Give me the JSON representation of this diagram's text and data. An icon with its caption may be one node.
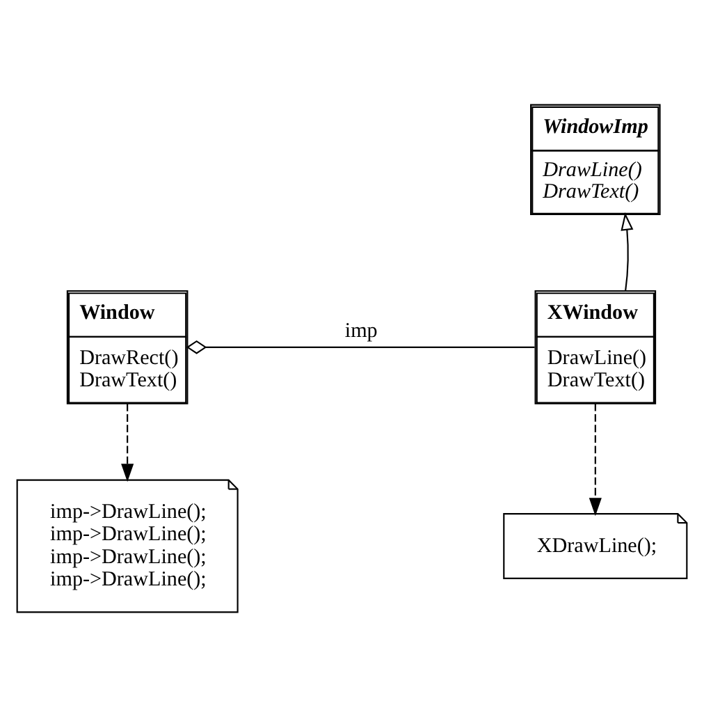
{
  "diagram": {
    "nodes": [
      {
        "text": [
          "WindowImp",
          "DrawLine() DrawText()"
        ]
      },
      {
        "text": [
          "Window",
          "DrawRect() DrawText()"
        ]
      },
      {
        "text": [
          "XWindow",
          "DrawLine() DrawText()"
        ]
      },
      {
        "text": [
          "imp->DrawLine(); imp->DrawLine(); imp->DrawLine(); imp->DrawLine();"
        ]
      },
      {
        "text": [
          "XDrawLine();"
        ]
      }
    ],
    "edges": [
      {
        "from": 2,
        "to": 0,
        "arrow": "to"
      },
      {
        "from": 1,
        "to": 2,
        "arrow": "other",
        "label": "imp"
      },
      {
        "from": 1,
        "to": 3,
        "arrow": "to",
        "style": "dashed"
      },
      {
        "from": 2,
        "to": 4,
        "arrow": "to",
        "style": "dashed"
      }
    ]
  }
}
